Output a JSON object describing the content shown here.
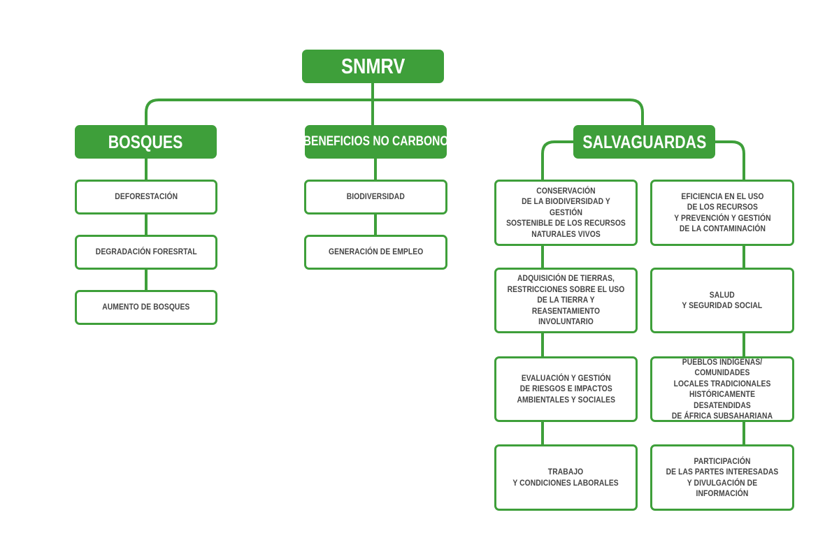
{
  "colors": {
    "accent": "#3e9f3a",
    "leaf_text": "#444444",
    "background": "#ffffff"
  },
  "root": {
    "label": "SNMRV"
  },
  "branches": {
    "bosques": {
      "label": "BOSQUES",
      "items": [
        "DEFORESTACIÓN",
        "DEGRADACIÓN FORESRTAL",
        "AUMENTO DE BOSQUES"
      ]
    },
    "beneficios": {
      "label": "BENEFICIOS NO CARBONO",
      "items": [
        "BIODIVERSIDAD",
        "GENERACIÓN DE EMPLEO"
      ]
    },
    "salvaguardas": {
      "label": "SALVAGUARDAS",
      "left_column": [
        "CONSERVACIÓN\nDE LA BIODIVERSIDAD Y GESTIÓN\nSOSTENIBLE DE LOS RECURSOS\nNATURALES VIVOS",
        "ADQUISICIÓN DE TIERRAS,\nRESTRICCIONES SOBRE EL USO\nDE LA TIERRA Y REASENTAMIENTO\nINVOLUNTARIO",
        "EVALUACIÓN Y GESTIÓN\nDE RIESGOS E IMPACTOS\nAMBIENTALES Y SOCIALES",
        "TRABAJO\nY CONDICIONES LABORALES"
      ],
      "right_column": [
        "EFICIENCIA EN EL USO\nDE LOS RECURSOS\nY PREVENCIÓN Y GESTIÓN\nDE LA CONTAMINACIÓN",
        "SALUD\nY SEGURIDAD SOCIAL",
        "PUEBLOS INDÍGENAS/ COMUNIDADES\nLOCALES TRADICIONALES\nHISTÓRICAMENTE DESATENDIDAS\nDE ÁFRICA SUBSAHARIANA",
        "PARTICIPACIÓN\nDE LAS PARTES INTERESADAS\nY DIVULGACIÓN DE INFORMACIÓN"
      ]
    }
  }
}
